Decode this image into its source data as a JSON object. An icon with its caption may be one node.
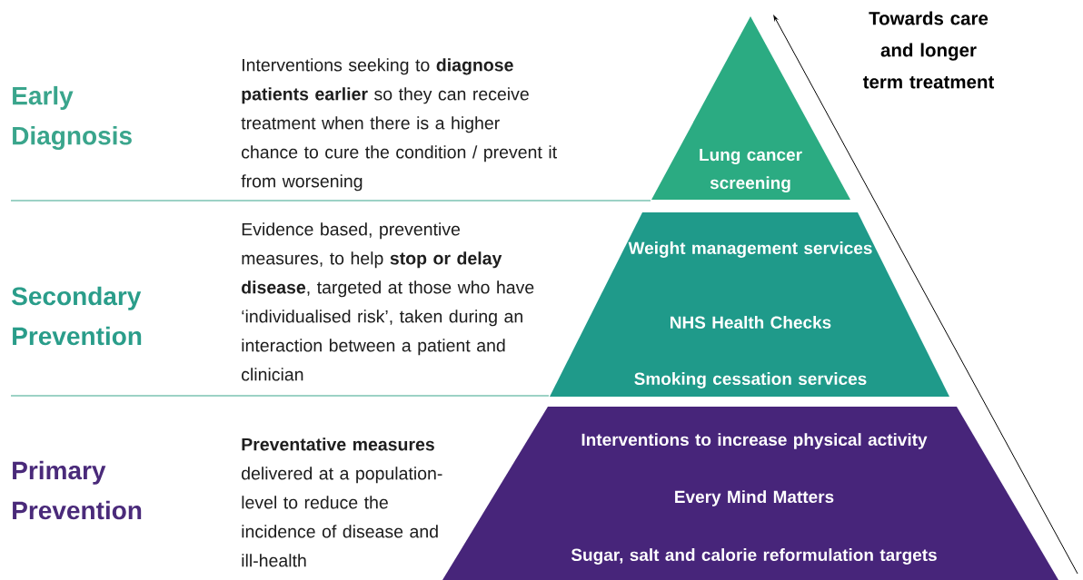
{
  "diagram": {
    "nodes": [
      {
        "text": [
          "Lung cancer screening"
        ]
      },
      {
        "text": [
          "Weight management services",
          "NHS Health Checks",
          "Smoking cessation services"
        ]
      },
      {
        "text": [
          "Interventions to increase physical activity",
          "Every Mind Matters",
          "Sugar, salt and calorie reformulation targets"
        ]
      }
    ],
    "edges": [],
    "labels": [
      "Early Diagnosis",
      "Interventions seeking to **diagnose patients earlier** so they can receive treatment when there is a higher chance to cure the condition / prevent it from worsening",
      "Secondary Prevention",
      "Evidence based, preventive measures, to help **stop or delay disease**, targeted at those who have ‘individualised risk’, taken during an interaction between a patient and clinician",
      "Primary Prevention",
      "**Preventative measures** delivered at a population-level to reduce the incidence of disease and ill-health",
      "Towards care and longer term treatment"
    ]
  }
}
